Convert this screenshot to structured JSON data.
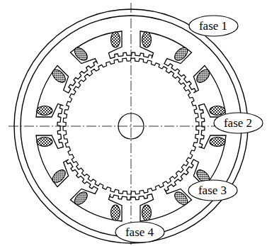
{
  "diagram": {
    "nodes": [
      {
        "text": [
          "fase 1"
        ]
      },
      {
        "text": [
          "fase 2"
        ]
      },
      {
        "text": [
          "fase 3"
        ]
      },
      {
        "text": [
          "fase 4"
        ]
      }
    ]
  }
}
